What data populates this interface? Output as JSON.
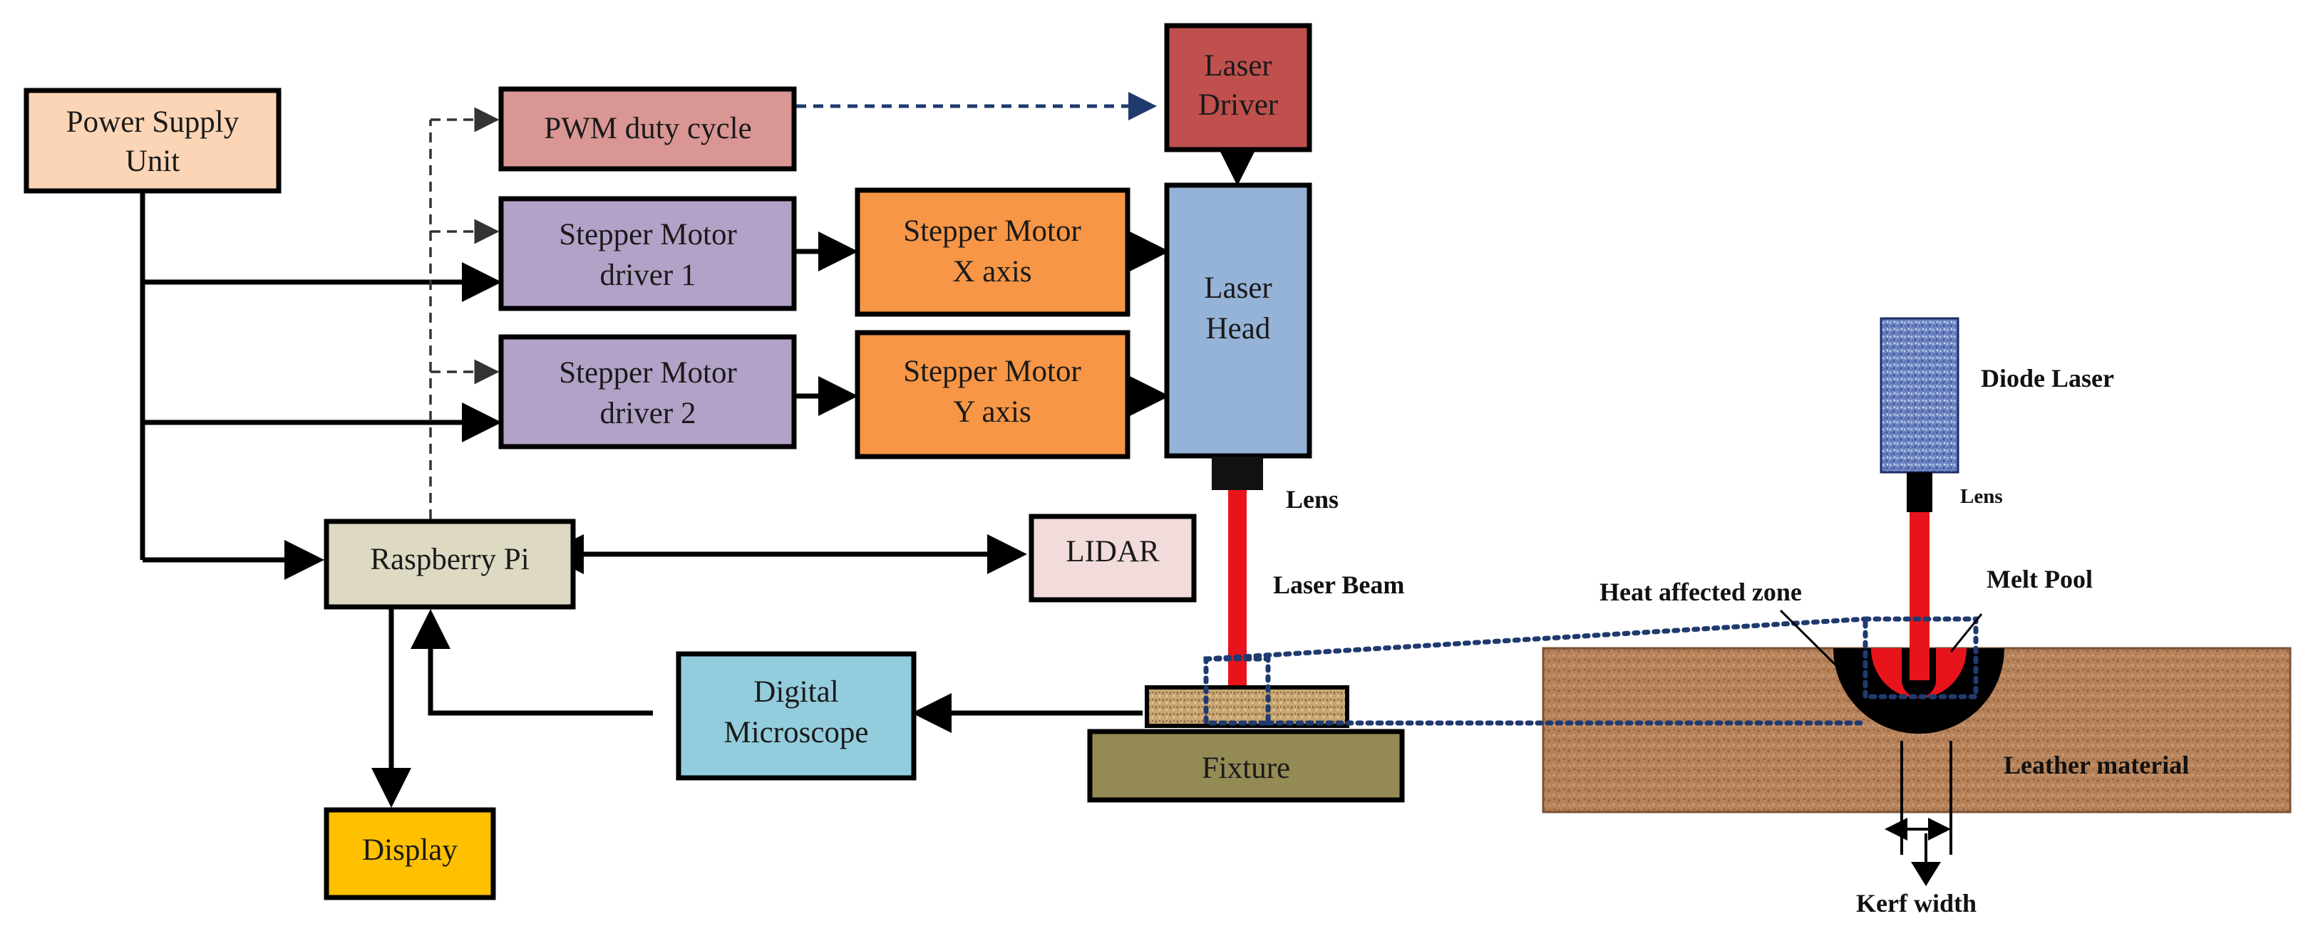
{
  "blocks": {
    "power_supply": [
      "Power Supply",
      "Unit"
    ],
    "pwm": [
      "PWM duty cycle"
    ],
    "laser_driver": [
      "Laser",
      "Driver"
    ],
    "stepper_driver_1": [
      "Stepper Motor",
      "driver 1"
    ],
    "stepper_driver_2": [
      "Stepper Motor",
      "driver 2"
    ],
    "stepper_x": [
      "Stepper Motor",
      "X axis"
    ],
    "stepper_y": [
      "Stepper Motor",
      "Y axis"
    ],
    "laser_head": [
      "Laser",
      "Head"
    ],
    "raspberry_pi": [
      "Raspberry Pi"
    ],
    "lidar": [
      "LIDAR"
    ],
    "digital_microscope": [
      "Digital",
      "Microscope"
    ],
    "fixture": [
      "Fixture"
    ],
    "display": [
      "Display"
    ]
  },
  "labels": {
    "lens": "Lens",
    "laser_beam": "Laser Beam",
    "diode_laser": "Diode Laser",
    "lens_small": "Lens",
    "melt_pool": "Melt Pool",
    "heat_affected_zone": "Heat affected zone",
    "leather_material": "Leather material",
    "kerf_width": "Kerf width"
  },
  "colors": {
    "power_supply": "#fbd5b5",
    "pwm": "#d99694",
    "laser_driver": "#c0504d",
    "stepper_driver": "#b3a2c7",
    "stepper_motor": "#f79646",
    "laser_head": "#95b3d7",
    "raspberry_pi": "#ddd9c3",
    "lidar": "#f2dcdb",
    "digital_microscope": "#93cddd",
    "fixture": "#948a54",
    "display": "#ffc000",
    "laser_beam": "#e8141c",
    "leather": "#b5825a",
    "diode_laser": "#6f86c2"
  }
}
